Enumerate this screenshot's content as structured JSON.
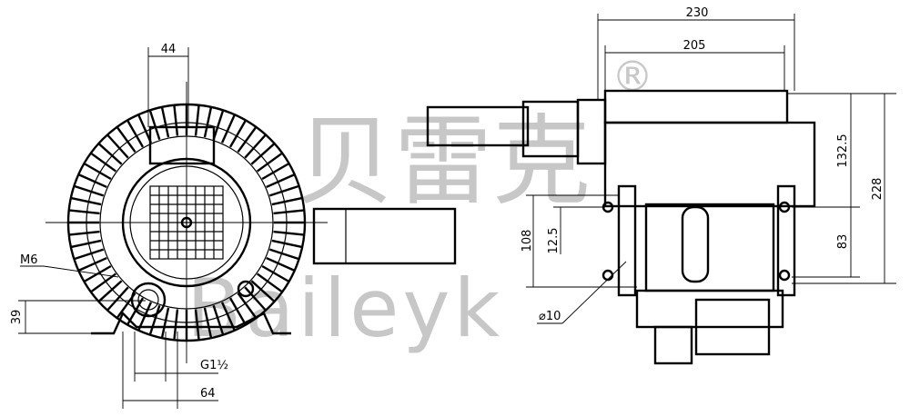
{
  "watermark": {
    "chinese": "贝雷克",
    "latin": "Baileyk",
    "registered": "®"
  },
  "front_view": {
    "dims": {
      "top_width": "44",
      "thread": "M6",
      "base_height": "39",
      "port": "G1½",
      "base_width": "64"
    }
  },
  "side_view": {
    "dims": {
      "overall_length": "230",
      "body_length": "205",
      "upper_height": "132.5",
      "overall_height": "228",
      "lower_height": "83",
      "mount_height": "108",
      "hole_offset": "12.5",
      "hole_dia": "⌀10"
    }
  }
}
